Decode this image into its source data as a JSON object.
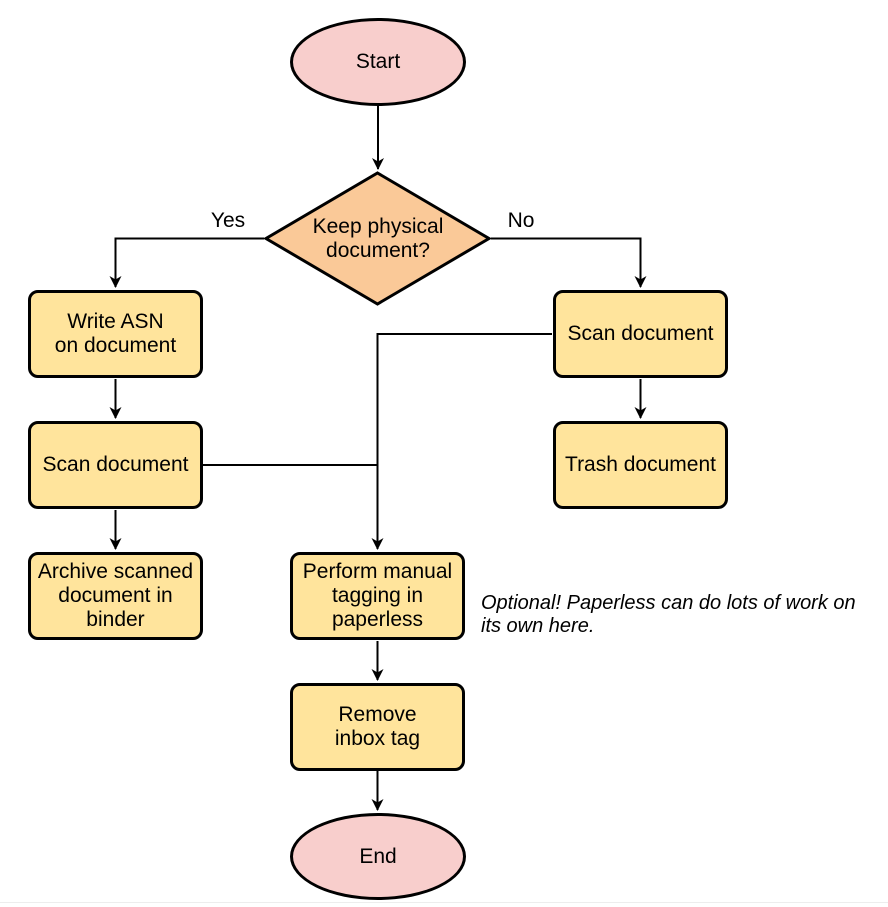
{
  "flowchart": {
    "nodes": {
      "start": {
        "label": "Start",
        "type": "terminator"
      },
      "decision": {
        "label": "Keep physical\ndocument?",
        "type": "decision"
      },
      "write_asn": {
        "label": "Write ASN\non document",
        "type": "process"
      },
      "scan_left": {
        "label": "Scan document",
        "type": "process"
      },
      "archive": {
        "label": "Archive scanned\ndocument in\nbinder",
        "type": "process"
      },
      "scan_right": {
        "label": "Scan document",
        "type": "process"
      },
      "trash": {
        "label": "Trash document",
        "type": "process"
      },
      "tagging": {
        "label": "Perform manual\ntagging in\npaperless",
        "type": "process"
      },
      "remove_inbox": {
        "label": "Remove\ninbox tag",
        "type": "process"
      },
      "end": {
        "label": "End",
        "type": "terminator"
      }
    },
    "edges": {
      "yes_label": "Yes",
      "no_label": "No"
    },
    "note": "Optional! Paperless can do lots of work on\nits own here.",
    "colors": {
      "terminator_fill": "#f8cecc",
      "decision_fill": "#fac998",
      "process_fill": "#ffe49c",
      "stroke": "#000000"
    }
  }
}
